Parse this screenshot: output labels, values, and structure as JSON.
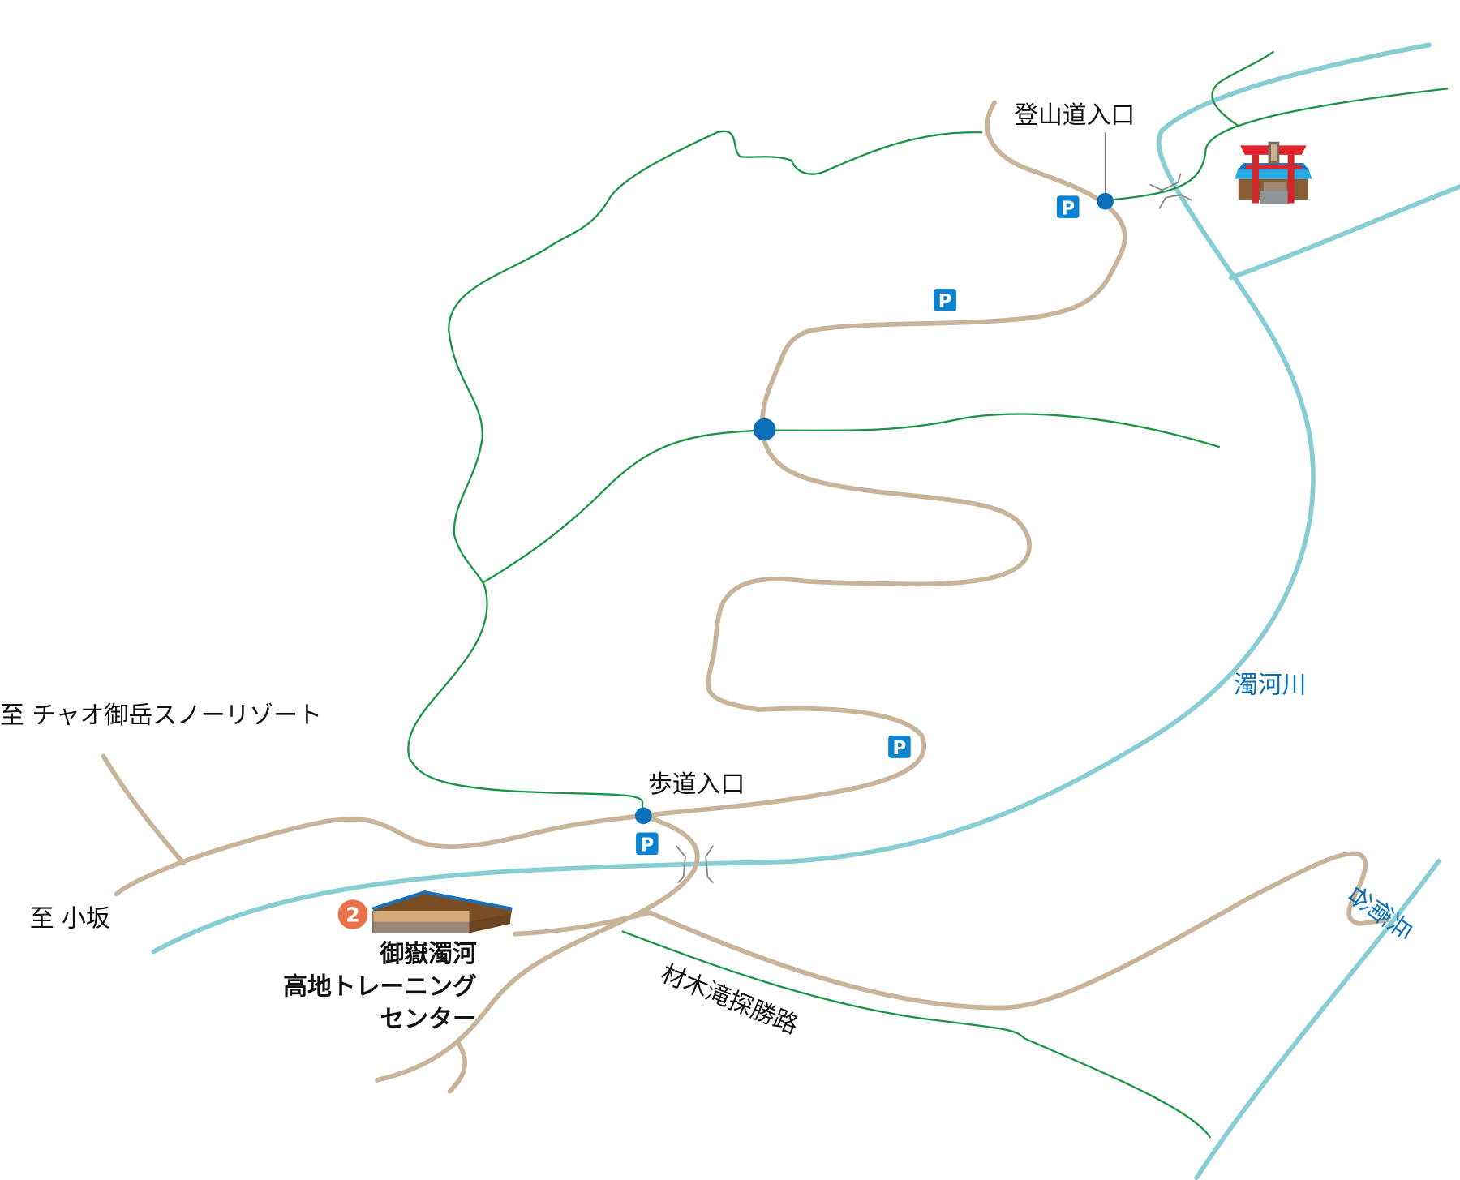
{
  "labels": {
    "trailhead": "登山道入口",
    "walkway_entrance": "歩道入口",
    "to_resort": "至 チャオ御岳スノーリゾート",
    "to_osaka": "至 小坂",
    "river_main": "濁河川",
    "river_side": "兵衛谷",
    "trail_name": "材木滝探勝路",
    "facility_line1": "御嶽濁河",
    "facility_line2": "高地トレーニング",
    "facility_line3": "センター",
    "facility_badge": "2",
    "parking": "P"
  },
  "colors": {
    "road": "#c8b49a",
    "river": "#88cdd3",
    "trail": "#1a9444",
    "marker": "#0a6fb8",
    "badge": "#e8734a"
  }
}
